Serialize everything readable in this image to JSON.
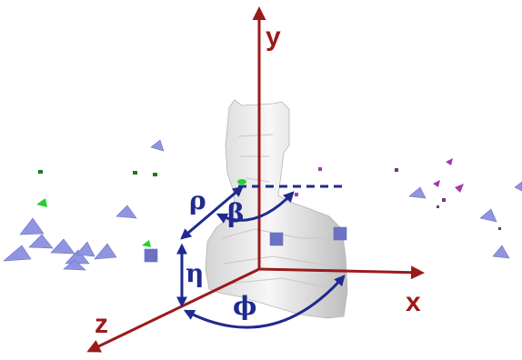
{
  "colors": {
    "axis": "#9b1a1a",
    "param": "#1f2a8e",
    "camera_fill": "#8f95e0",
    "camera_dark": "#5a5fb8",
    "highlight": "#22d22a",
    "bust": "#ececec",
    "magenta": "#a33aa8"
  },
  "axes": {
    "x": "x",
    "y": "y",
    "z": "z"
  },
  "parameters": {
    "rho": "ρ",
    "beta": "β",
    "eta": "η",
    "phi": "ϕ"
  },
  "icons": [
    "camera-pyramid-icon",
    "bust-statue"
  ]
}
